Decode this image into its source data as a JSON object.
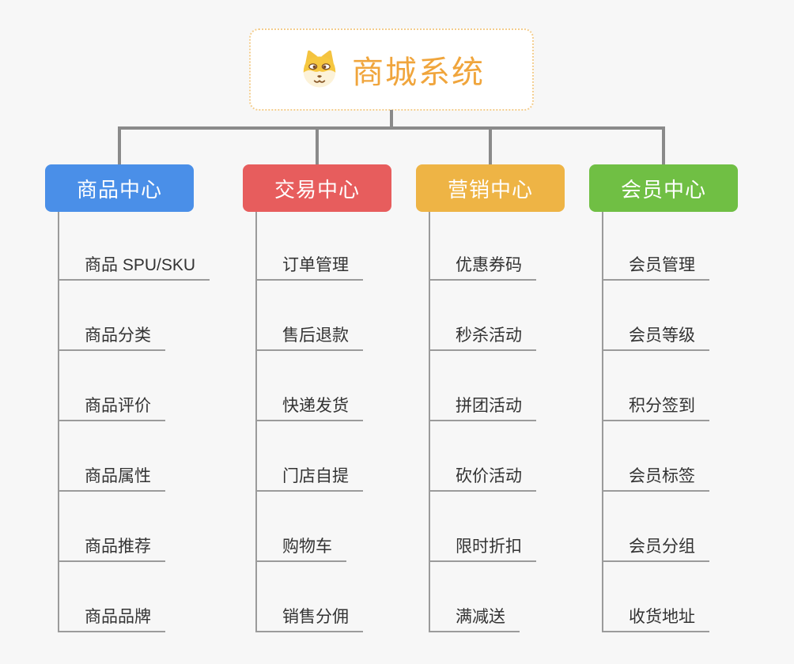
{
  "canvas": {
    "background_color": "#f7f7f7",
    "connector_color": "#8a8a8a"
  },
  "root": {
    "title": "商城系统",
    "icon": "dog-face-icon",
    "text_color": "#f0a53c",
    "border_color": "#f3cd8e"
  },
  "branches": [
    {
      "label": "商品中心",
      "color": "#4a8fe8",
      "children": [
        "商品 SPU/SKU",
        "商品分类",
        "商品评价",
        "商品属性",
        "商品推荐",
        "商品品牌"
      ]
    },
    {
      "label": "交易中心",
      "color": "#e75d5d",
      "children": [
        "订单管理",
        "售后退款",
        "快递发货",
        "门店自提",
        "购物车",
        "销售分佣"
      ]
    },
    {
      "label": "营销中心",
      "color": "#eeb445",
      "children": [
        "优惠券码",
        "秒杀活动",
        "拼团活动",
        "砍价活动",
        "限时折扣",
        "满减送"
      ]
    },
    {
      "label": "会员中心",
      "color": "#70bf44",
      "children": [
        "会员管理",
        "会员等级",
        "积分签到",
        "会员标签",
        "会员分组",
        "收货地址"
      ]
    }
  ]
}
